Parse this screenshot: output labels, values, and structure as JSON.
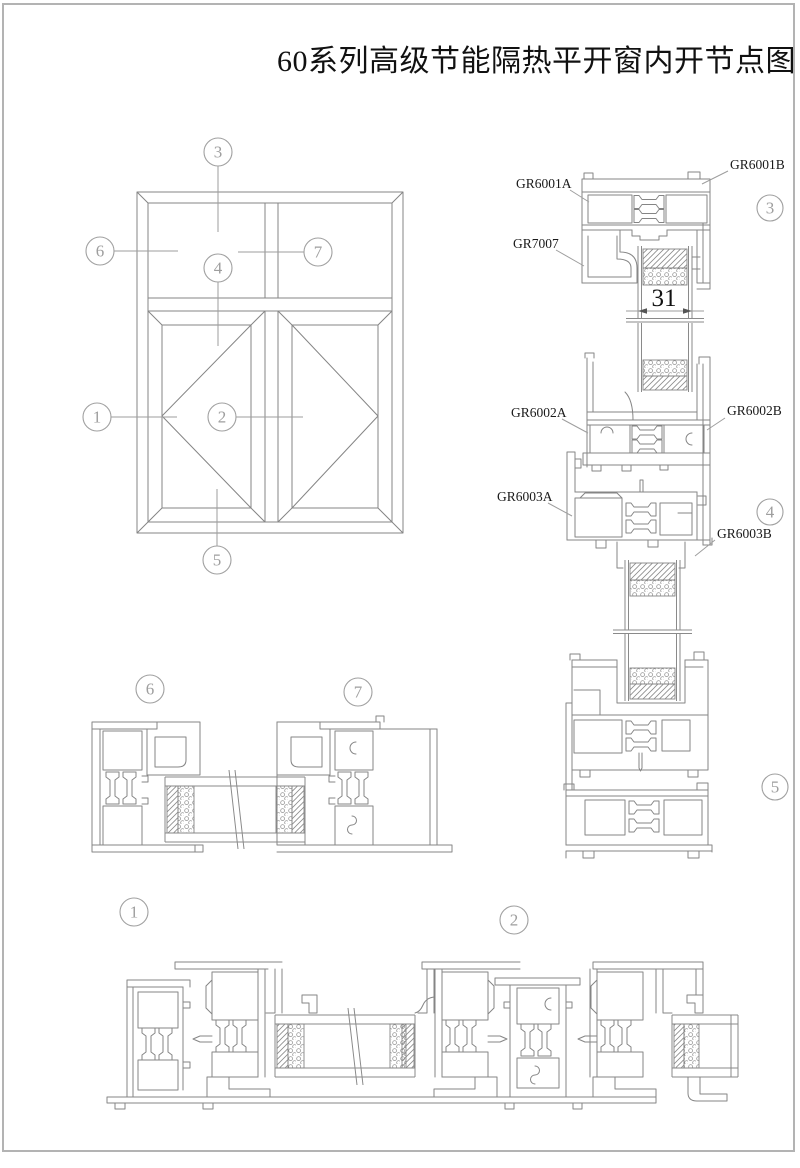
{
  "title": "60系列高级节能隔热平开窗内开节点图",
  "dimension": {
    "glass_width": "31"
  },
  "labels": {
    "gr6001a": "GR6001A",
    "gr6001b": "GR6001B",
    "gr7007": "GR7007",
    "gr6002a": "GR6002A",
    "gr6002b": "GR6002B",
    "gr6003a": "GR6003A",
    "gr6003b": "GR6003B"
  },
  "markers": {
    "m1": "1",
    "m2": "2",
    "m3": "3",
    "m4": "4",
    "m5": "5",
    "m6": "6",
    "m7": "7"
  },
  "colors": {
    "line": "#858585",
    "marker": "#a0a0a0",
    "label_text": "#1a1a1a",
    "sheet_border": "#b3b3b3"
  }
}
